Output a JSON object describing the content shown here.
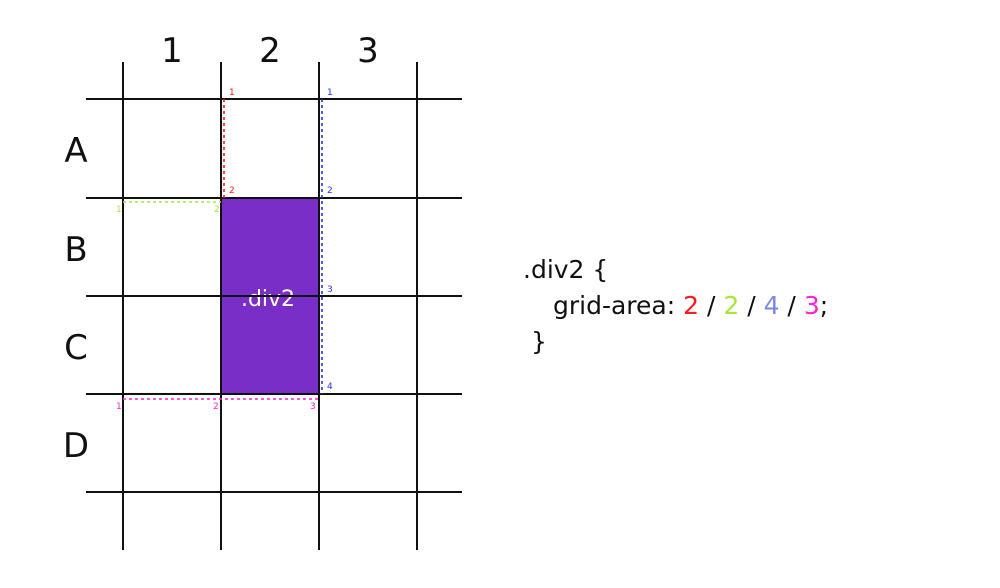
{
  "columns": [
    "1",
    "2",
    "3"
  ],
  "rows": [
    "A",
    "B",
    "C",
    "D"
  ],
  "item": {
    "label": ".div2",
    "color": "#7a2ec8"
  },
  "markers": {
    "row_start": {
      "color": "#ff1a1a",
      "labels": [
        "1",
        "2"
      ]
    },
    "col_start": {
      "color": "#a6e83a",
      "labels": [
        "1",
        "2"
      ]
    },
    "row_end": {
      "color": "#2233ee",
      "labels": [
        "1",
        "2",
        "3",
        "4"
      ]
    },
    "col_end": {
      "color": "#ff22cc",
      "labels": [
        "1",
        "2",
        "3"
      ]
    }
  },
  "code": {
    "selector": ".div2 {",
    "property": "grid-area: ",
    "values": [
      {
        "text": "2",
        "color": "#ff1a1a"
      },
      {
        "text": "2",
        "color": "#a6e83a"
      },
      {
        "text": "4",
        "color": "#7b86ea"
      },
      {
        "text": "3",
        "color": "#ff22cc"
      }
    ],
    "separator": " / ",
    "terminator": ";",
    "closing": "}"
  }
}
